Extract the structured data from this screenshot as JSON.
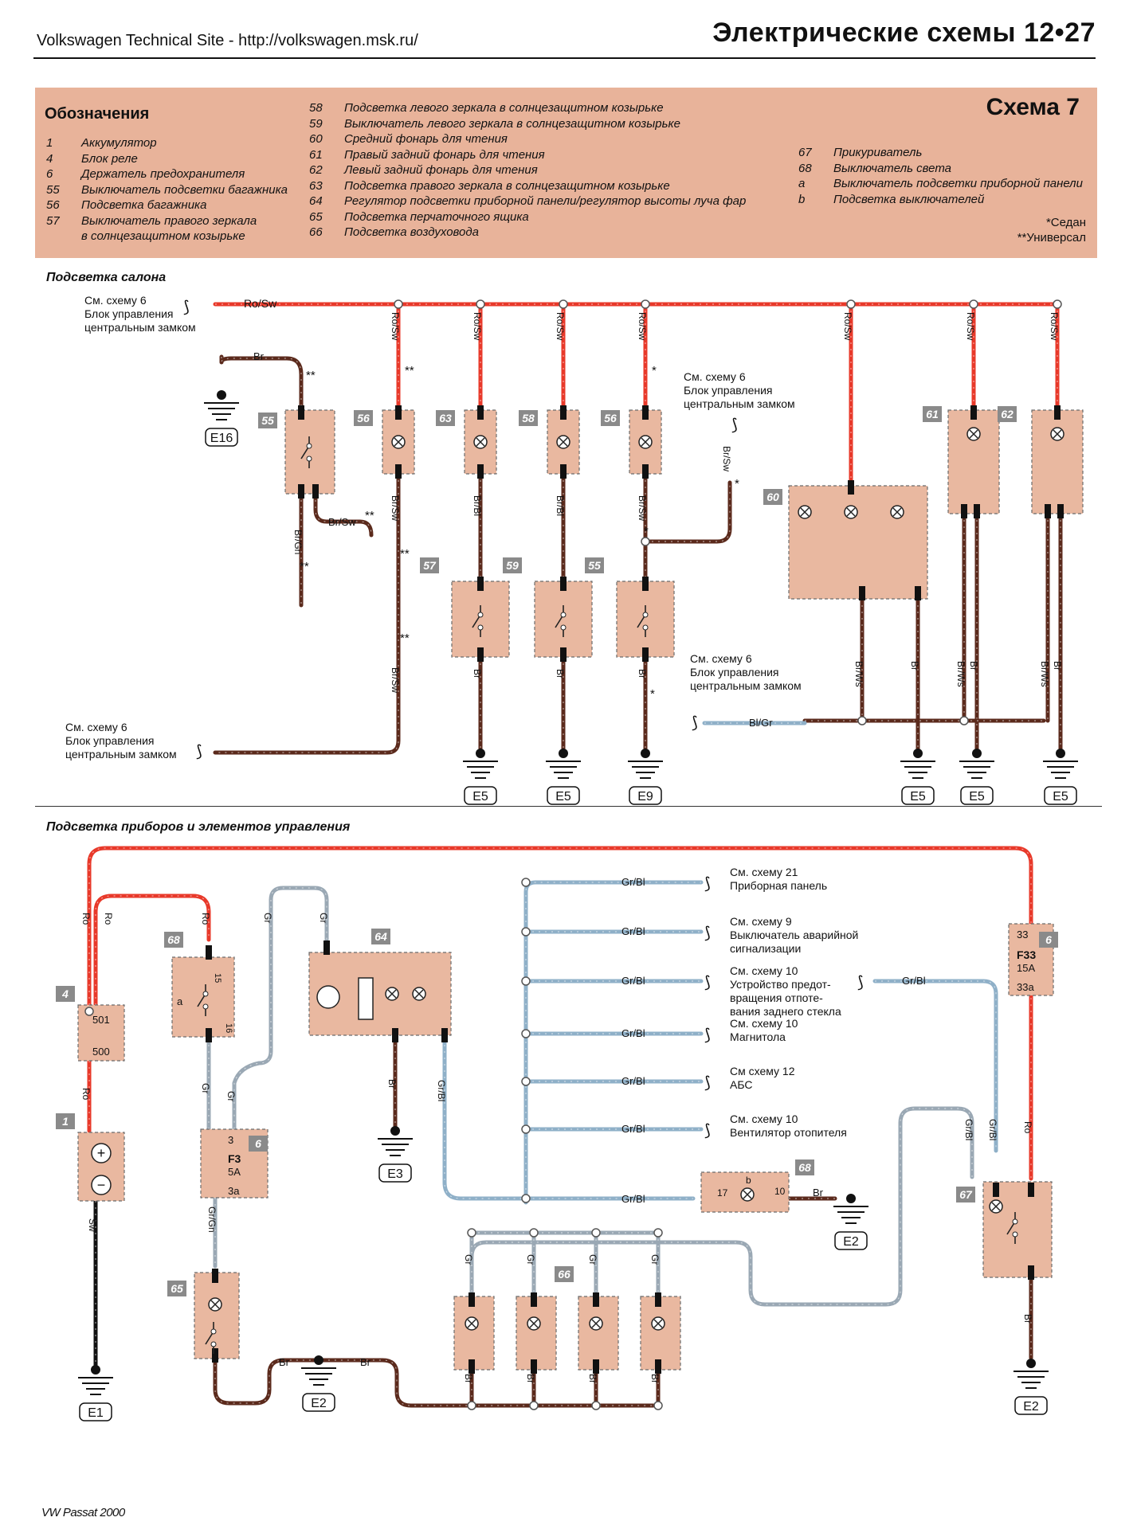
{
  "header": {
    "site": "Volkswagen Technical Site - http://volkswagen.msk.ru/",
    "title": "Электрические схемы 12•27"
  },
  "legend": {
    "title": "Обозначения",
    "schema": "Схема 7",
    "col1": [
      {
        "num": "1",
        "text": "Аккумулятор"
      },
      {
        "num": "4",
        "text": "Блок реле"
      },
      {
        "num": "6",
        "text": "Держатель предохранителя"
      },
      {
        "num": "55",
        "text": "Выключатель подсветки багажника"
      },
      {
        "num": "56",
        "text": "Подсветка багажника"
      },
      {
        "num": "57",
        "text": "Выключатель правого зеркала"
      },
      {
        "num": "",
        "text": "в солнцезащитном козырьке"
      }
    ],
    "col2": [
      {
        "num": "58",
        "text": "Подсветка левого зеркала в солнцезащитном козырьке"
      },
      {
        "num": "59",
        "text": "Выключатель левого зеркала в солнцезащитном козырьке"
      },
      {
        "num": "60",
        "text": "Средний фонарь для чтения"
      },
      {
        "num": "61",
        "text": "Правый задний фонарь для чтения"
      },
      {
        "num": "62",
        "text": "Левый задний фонарь для чтения"
      },
      {
        "num": "63",
        "text": "Подсветка правого зеркала в солнцезащитном козырьке"
      },
      {
        "num": "64",
        "text": "Регулятор подсветки приборной панели/регулятор высоты луча фар"
      },
      {
        "num": "65",
        "text": "Подсветка перчаточного ящика"
      },
      {
        "num": "66",
        "text": "Подсветка воздуховода"
      }
    ],
    "col3": [
      {
        "num": "67",
        "text": "Прикуриватель"
      },
      {
        "num": "68",
        "text": "Выключатель света"
      },
      {
        "num": "a",
        "text": "Выключатель подсветки приборной панели"
      },
      {
        "num": "b",
        "text": "Подсветка выключателей"
      }
    ],
    "notes": [
      "*Седан",
      "**Универсал"
    ]
  },
  "sections": {
    "salon": "Подсветка салона",
    "instruments": "Подсветка приборов и элементов управления"
  },
  "diagram_top": {
    "refs": {
      "ref6_a": [
        "См. схему 6",
        "Блок управления",
        "центральным замком"
      ],
      "ref6_b": [
        "См. схему 6",
        "Блок управления",
        "центральным замком"
      ],
      "ref6_c": [
        "См. схему 6",
        "Блок управления",
        "центральным замком"
      ],
      "ref6_d": [
        "См. схему 6",
        "Блок управления",
        "центральным замком"
      ]
    },
    "wires": {
      "ro_sw": "Ro/Sw",
      "br": "Br",
      "br_gn": "Br/Gn",
      "br_sw": "Br/Sw",
      "br_bl": "Br/Bl",
      "br_ws": "Br/Ws",
      "bl_gr": "Bl/Gr"
    },
    "components": [
      "55",
      "56",
      "63",
      "58",
      "56",
      "61",
      "62",
      "60",
      "57",
      "59",
      "55"
    ],
    "grounds": [
      "E16",
      "E5",
      "E5",
      "E9",
      "E5",
      "E5",
      "E5"
    ],
    "star": "*",
    "dstar": "**"
  },
  "diagram_bottom": {
    "refs": [
      [
        "См. схему 21",
        "Приборная панель"
      ],
      [
        "См. схему 9",
        "Выключатель аварийной",
        "сигнализации"
      ],
      [
        "См. схему 10",
        "Устройство предот-",
        "вращения отпоте-",
        "вания заднего стекла"
      ],
      [
        "См. схему 10",
        "Магнитола"
      ],
      [
        "См схему 12",
        "АБС"
      ],
      [
        "См. схему 10",
        "Вентилятор отопителя"
      ]
    ],
    "wires": {
      "ro": "Ro",
      "gr": "Gr",
      "gr_bl": "Gr/Bl",
      "gr_gn": "Gr/Gn",
      "sw": "Sw",
      "br": "Br"
    },
    "relay": {
      "num": "4",
      "p1": "501",
      "p2": "500"
    },
    "fuse_f3": {
      "num": "6",
      "name": "F3",
      "amp": "5A",
      "in": "3",
      "out": "3a"
    },
    "fuse_f33": {
      "num": "6",
      "name": "F33",
      "amp": "15A",
      "in": "33",
      "out": "33a"
    },
    "components": [
      "1",
      "68",
      "64",
      "65",
      "66",
      "67",
      "68"
    ],
    "grounds": [
      "E1",
      "E2",
      "E3",
      "E2",
      "E2"
    ],
    "pins": {
      "p15": "15",
      "p16": "16",
      "pa": "a",
      "pb": "b",
      "p17": "17",
      "p10": "10"
    }
  },
  "footer": "VW Passat 2000",
  "colors": {
    "legend_bg": "#e8b39a",
    "component": "#e9b8a0",
    "red_wire": "#e8392a",
    "brown_wire": "#5b2a1c",
    "grey_wire": "#9aa8b4",
    "blue_wire": "#8fb0c8"
  }
}
